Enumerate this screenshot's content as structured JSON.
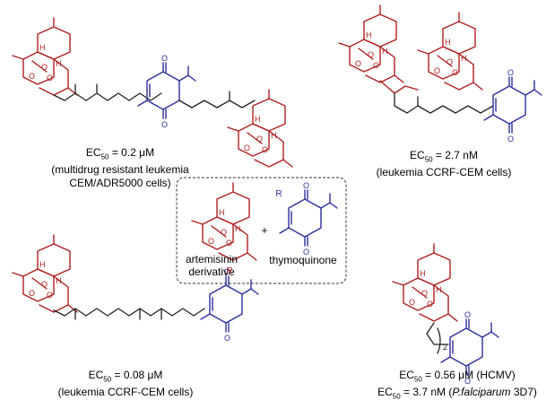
{
  "compounds": [
    {
      "id": "top-left",
      "ec50_prefix": "EC",
      "ec50_sub": "50",
      "ec50_value": " = 0.2 μM",
      "note_line1": "(multidrug resistant leukemia",
      "note_line2": "CEM/ADR5000 cells)"
    },
    {
      "id": "top-right",
      "ec50_prefix": "EC",
      "ec50_sub": "50",
      "ec50_value": " = 2.7 nM",
      "note_line1": "(leukemia CCRF-CEM cells)"
    },
    {
      "id": "bottom-left",
      "ec50_prefix": "EC",
      "ec50_sub": "50",
      "ec50_value": " = 0.08 μM",
      "note_line1": "(leukemia CCRF-CEM cells)"
    },
    {
      "id": "bottom-right",
      "ec50_prefix": "EC",
      "ec50_sub": "50",
      "ec50_value": " = 0.56 μM (HCMV)",
      "line2_prefix": "EC",
      "line2_sub": "50",
      "line2_value_a": " = 3.7 nM (",
      "line2_italic": "P.falciparum",
      "line2_value_b": " 3D7)"
    }
  ],
  "center_box": {
    "left_label_line1": "artemisinin",
    "left_label_line2": "derivative",
    "right_label": "thymoquinone",
    "plus": "+",
    "atom_R_left": "R",
    "atom_R_right": "R"
  },
  "atoms": {
    "O": "O",
    "H": "H",
    "subscript_2": "2"
  },
  "colors": {
    "artemisinin": "#b01e1e",
    "thymoquinone": "#2b2f9c",
    "linker": "#222222"
  }
}
